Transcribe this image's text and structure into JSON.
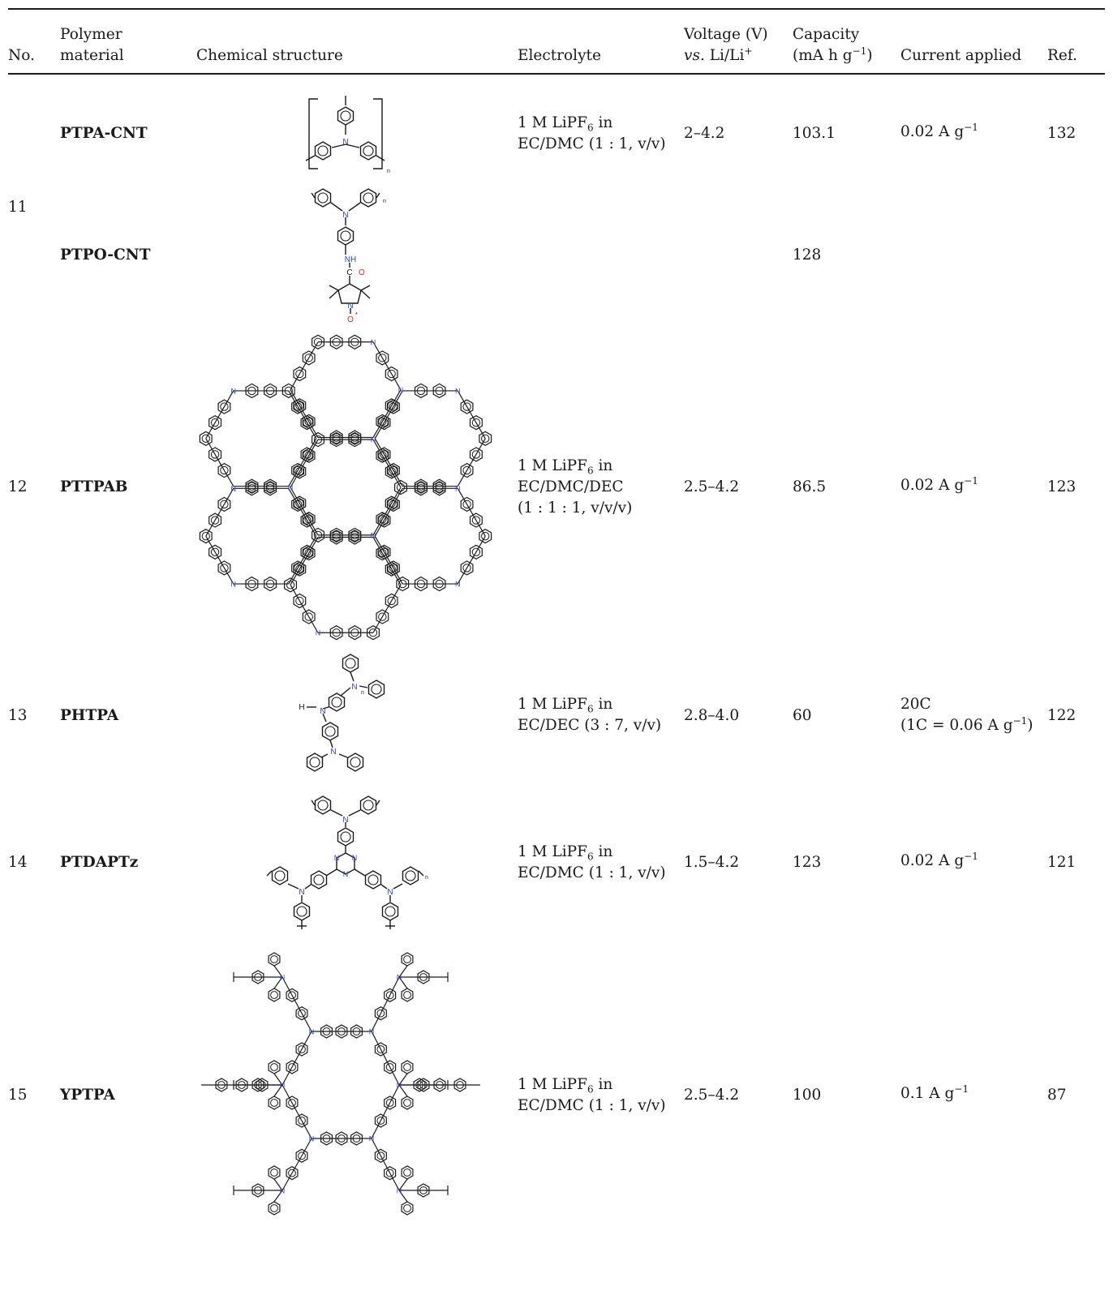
{
  "columns": {
    "no": "No.",
    "polymer": [
      "Polymer",
      "material"
    ],
    "structure": "Chemical structure",
    "electrolyte": "Electrolyte",
    "voltage": [
      "Voltage (V)",
      "vs.",
      "Li/Li",
      "+"
    ],
    "capacity": [
      "Capacity",
      "(mA h g",
      "−1",
      ")"
    ],
    "current": "Current applied",
    "ref": "Ref."
  },
  "rows": [
    {
      "no": "",
      "name": "PTPA-CNT",
      "electrolyte": [
        "1 M LiPF",
        "6",
        " in",
        "EC/DMC (1 : 1, v/v)"
      ],
      "voltage": "2–4.2",
      "capacity": "103.1",
      "current": [
        "0.02 A g",
        "−1"
      ],
      "ref": "132"
    },
    {
      "no": "11",
      "name": "PTPO-CNT",
      "capacity": "128"
    },
    {
      "no": "12",
      "name": "PTTPAB",
      "electrolyte": [
        "1 M LiPF",
        "6",
        " in",
        "EC/DMC/DEC",
        "(1 : 1 : 1, v/v/v)"
      ],
      "voltage": "2.5–4.2",
      "capacity": "86.5",
      "current": [
        "0.02 A g",
        "−1"
      ],
      "ref": "123"
    },
    {
      "no": "13",
      "name": "PHTPA",
      "electrolyte": [
        "1 M LiPF",
        "6",
        " in",
        "EC/DEC (3 : 7, v/v)"
      ],
      "voltage": "2.8–4.0",
      "capacity": "60",
      "current": [
        "20C",
        "(1C = 0.06 A g",
        "−1",
        ")"
      ],
      "ref": "122"
    },
    {
      "no": "14",
      "name": "PTDAPTz",
      "electrolyte": [
        "1 M LiPF",
        "6",
        " in",
        "EC/DMC (1 : 1, v/v)"
      ],
      "voltage": "1.5–4.2",
      "capacity": "123",
      "current": [
        "0.02 A g",
        "−1"
      ],
      "ref": "121"
    },
    {
      "no": "15",
      "name": "YPTPA",
      "electrolyte": [
        "1 M LiPF",
        "6",
        " in",
        "EC/DMC (1 : 1, v/v)"
      ],
      "voltage": "2.5–4.2",
      "capacity": "100",
      "current": [
        "0.1 A g",
        "−1"
      ],
      "ref": "87"
    }
  ],
  "atoms": {
    "n": "N",
    "nh": "NH",
    "c": "C",
    "o": "O",
    "dot": "•",
    "subn": "n",
    "h": "H"
  },
  "colors": {
    "text": "#1a1a1a",
    "nitrogen": "#2b3fd6",
    "oxygen": "#e0241b"
  }
}
